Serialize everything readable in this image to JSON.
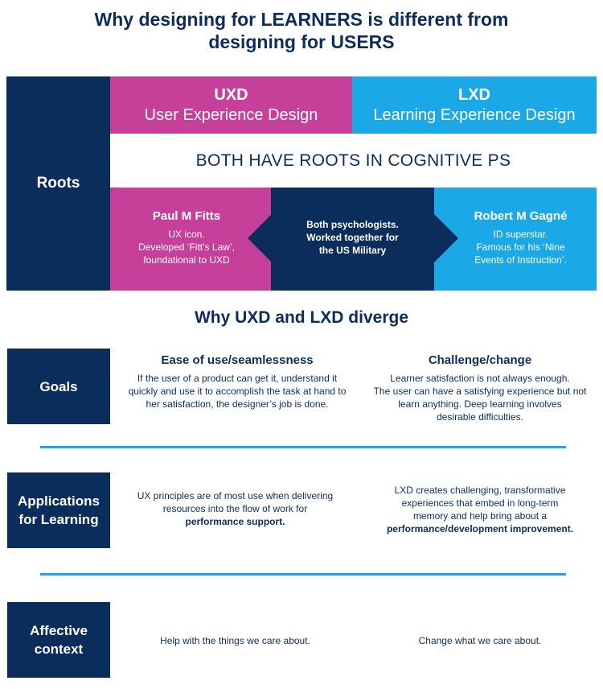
{
  "title": {
    "line1": "Why designing for LEARNERS is different from",
    "line2": "designing for USERS"
  },
  "roots": {
    "label": "Roots",
    "uxd": {
      "abbr": "UXD",
      "name": "User Experience Design"
    },
    "lxd": {
      "abbr": "LXD",
      "name": "Learning Experience Design"
    },
    "both": "BOTH HAVE ROOTS IN COGNITIVE PS",
    "fitts": {
      "name": "Paul M Fitts",
      "line1": "UX icon.",
      "line2": "Developed ‘Fitt’s Law’,",
      "line3": "foundational to UXD"
    },
    "middle": {
      "line1": "Both psychologists.",
      "line2": "Worked together for",
      "line3": "the US Military"
    },
    "gagne": {
      "name": "Robert M Gagné",
      "line1": "ID superstar.",
      "line2": "Famous for his ‘Nine",
      "line3": "Events of Instruction’."
    }
  },
  "subtitle": "Why UXD and LXD diverge",
  "goals": {
    "label": "Goals",
    "ux_head": "Ease of use/seamlessness",
    "ux_l1": "If the user of a product can get it, understand it",
    "ux_l2": "quickly and use it to accomplish the task at hand to",
    "ux_l3": "her satisfaction, the designer’s job is done.",
    "lx_head": "Challenge/change",
    "lx_l1": "Learner satisfaction is not always enough.",
    "lx_l2": "The user can have a satisfying experience but not",
    "lx_l3": "learn anything. Deep learning involves",
    "lx_l4": "desirable difficulties."
  },
  "applications": {
    "label_l1": "Applications",
    "label_l2": "for Learning",
    "ux_l1": "UX principles are of most use when delivering",
    "ux_l2": "resources into the flow of work for",
    "ux_bold": "performance support.",
    "lx_l1": "LXD creates challenging, transformative",
    "lx_l2": "experiences that embed in long-term",
    "lx_l3": "memory and help bring about a",
    "lx_bold": "performance/development improvement."
  },
  "affective": {
    "label_l1": "Affective",
    "label_l2": "context",
    "ux": "Help with the things we care about.",
    "lx": "Change what we care about."
  },
  "colors": {
    "navy": "#0b2d5c",
    "magenta": "#c6409a",
    "cyan": "#1aa9e6"
  }
}
